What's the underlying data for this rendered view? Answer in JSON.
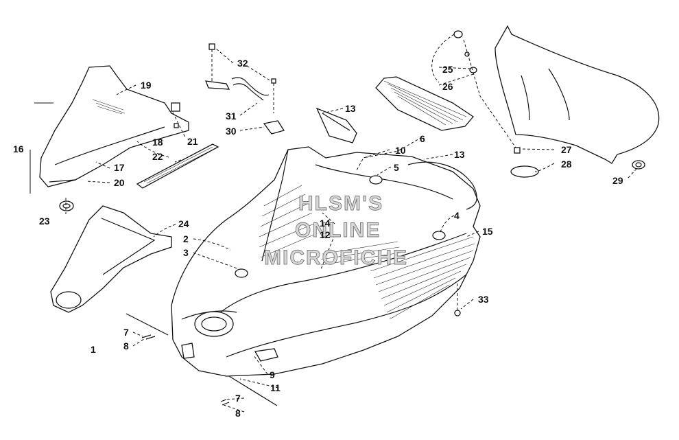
{
  "diagram": {
    "watermark_lines": [
      "HLSM'S",
      "ONLINE",
      "MICROFICHE"
    ],
    "callouts": [
      {
        "id": "c1",
        "label": "1"
      },
      {
        "id": "c2",
        "label": "2"
      },
      {
        "id": "c3",
        "label": "3"
      },
      {
        "id": "c4",
        "label": "4"
      },
      {
        "id": "c5",
        "label": "5"
      },
      {
        "id": "c6",
        "label": "6"
      },
      {
        "id": "c7a",
        "label": "7"
      },
      {
        "id": "c7b",
        "label": "7"
      },
      {
        "id": "c8a",
        "label": "8"
      },
      {
        "id": "c8b",
        "label": "8"
      },
      {
        "id": "c9",
        "label": "9"
      },
      {
        "id": "c10",
        "label": "10"
      },
      {
        "id": "c11",
        "label": "11"
      },
      {
        "id": "c12",
        "label": "12"
      },
      {
        "id": "c13a",
        "label": "13"
      },
      {
        "id": "c13b",
        "label": "13"
      },
      {
        "id": "c14",
        "label": "14"
      },
      {
        "id": "c15",
        "label": "15"
      },
      {
        "id": "c16",
        "label": "16"
      },
      {
        "id": "c17",
        "label": "17"
      },
      {
        "id": "c18",
        "label": "18"
      },
      {
        "id": "c19",
        "label": "19"
      },
      {
        "id": "c20",
        "label": "20"
      },
      {
        "id": "c21",
        "label": "21"
      },
      {
        "id": "c22",
        "label": "22"
      },
      {
        "id": "c23",
        "label": "23"
      },
      {
        "id": "c24",
        "label": "24"
      },
      {
        "id": "c25",
        "label": "25"
      },
      {
        "id": "c26",
        "label": "26"
      },
      {
        "id": "c27",
        "label": "27"
      },
      {
        "id": "c28",
        "label": "28"
      },
      {
        "id": "c29",
        "label": "29"
      },
      {
        "id": "c30",
        "label": "30"
      },
      {
        "id": "c31",
        "label": "31"
      },
      {
        "id": "c32",
        "label": "32"
      },
      {
        "id": "c33",
        "label": "33"
      }
    ]
  }
}
